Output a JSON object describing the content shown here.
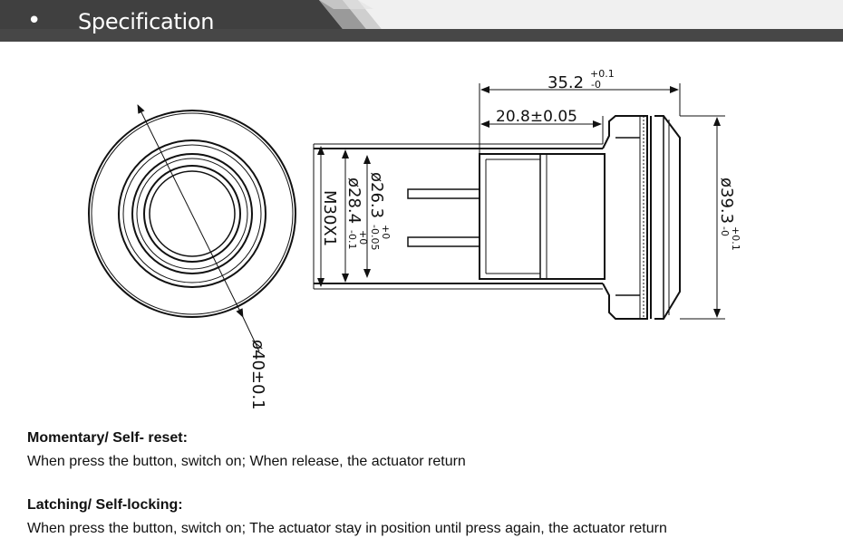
{
  "header": {
    "bullet": "•",
    "title": "Specification",
    "colors": {
      "bar": "#3f3f3f",
      "accent": "#8a8a8a",
      "light": "#e6e6e6"
    }
  },
  "drawing": {
    "labels": {
      "overall_length": "35.2",
      "overall_length_tol_upper": "+0.1",
      "overall_length_tol_lower": "-0",
      "body_length": "20.8±0.05",
      "head_diameter": "ø39.3",
      "head_diameter_tol_upper": "+0.1",
      "head_diameter_tol_lower": "-0",
      "thread": "M30X1",
      "diameter_284": "ø28.4",
      "diameter_284_tol_upper": "+0",
      "diameter_284_tol_lower": "-0.1",
      "diameter_263": "ø26.3",
      "diameter_263_tol_upper": "+0",
      "diameter_263_tol_lower": "-0.05",
      "front_diameter": "ø40±0.1"
    }
  },
  "sections": [
    {
      "heading": "Momentary/ Self- reset:",
      "body": "When press the button, switch on; When release, the actuator return"
    },
    {
      "heading": "Latching/ Self-locking:",
      "body": "When press the button, switch on; The actuator stay in position until press again, the actuator return"
    }
  ]
}
